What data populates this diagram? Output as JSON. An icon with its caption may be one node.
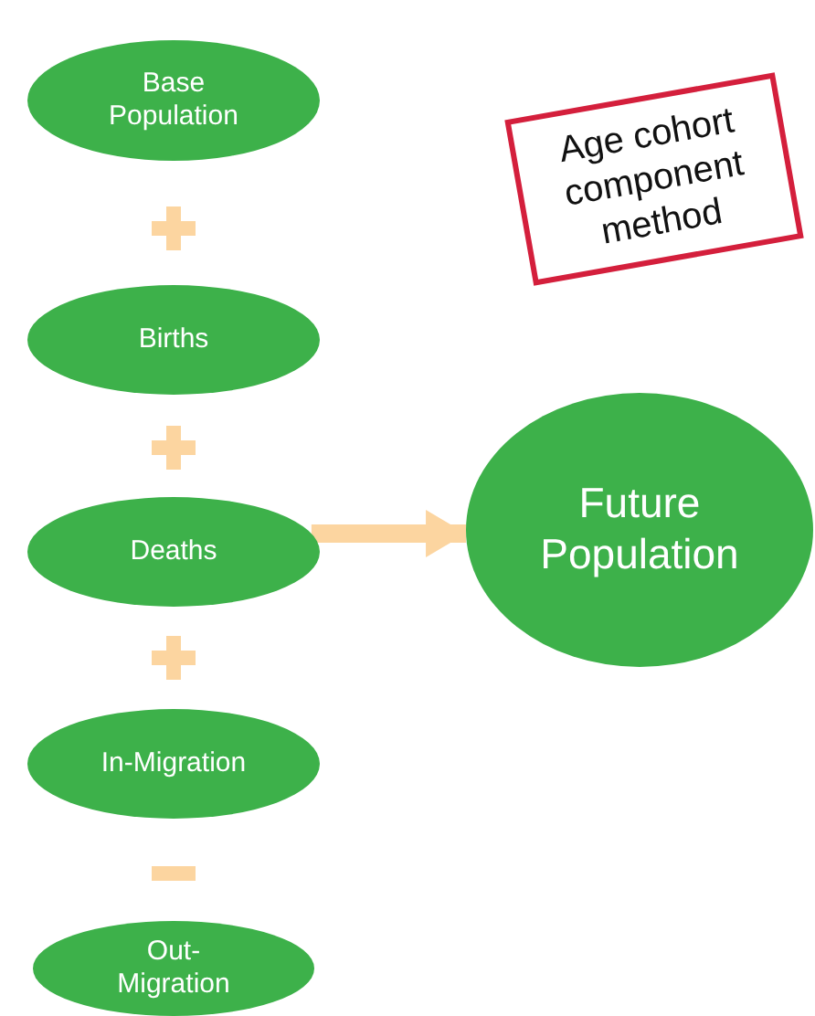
{
  "diagram": {
    "nodes": [
      {
        "text": [
          "Base Population"
        ]
      },
      {
        "text": [
          "Births"
        ]
      },
      {
        "text": [
          "Deaths"
        ]
      },
      {
        "text": [
          "In-Migration"
        ]
      },
      {
        "text": [
          "Out- Migration"
        ]
      },
      {
        "text": [
          "Future Population"
        ]
      },
      {
        "text": [
          "Age cohort component method"
        ]
      }
    ],
    "edges": [
      {
        "from": 2,
        "to": 5,
        "arrow": "to"
      }
    ]
  }
}
